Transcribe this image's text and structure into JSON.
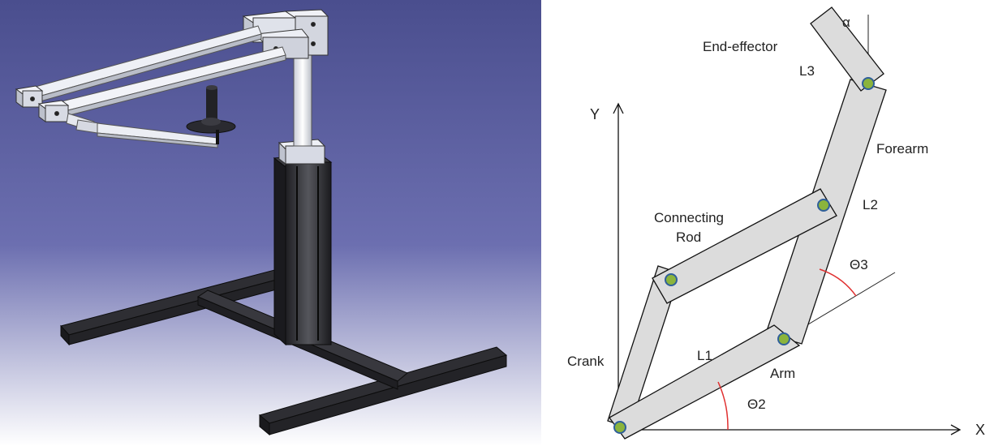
{
  "diagram": {
    "labels": {
      "alpha": "α",
      "end_effector": "End-effector",
      "l3": "L3",
      "forearm": "Forearm",
      "l2": "L2",
      "connecting": "Connecting",
      "rod": "Rod",
      "theta3": "Θ3",
      "l1": "L1",
      "crank": "Crank",
      "arm": "Arm",
      "theta2": "Θ2",
      "x_axis": "X",
      "y_axis": "Y"
    },
    "colors": {
      "link_fill": "#dcdcdc",
      "link_stroke": "#111111",
      "joint_fill": "#8bb43c",
      "joint_stroke": "#2f5f9a",
      "angle_arc": "#e03030",
      "cad_bg_top": "#4a4f8e",
      "cad_bg_bottom": "#ffffff"
    }
  }
}
